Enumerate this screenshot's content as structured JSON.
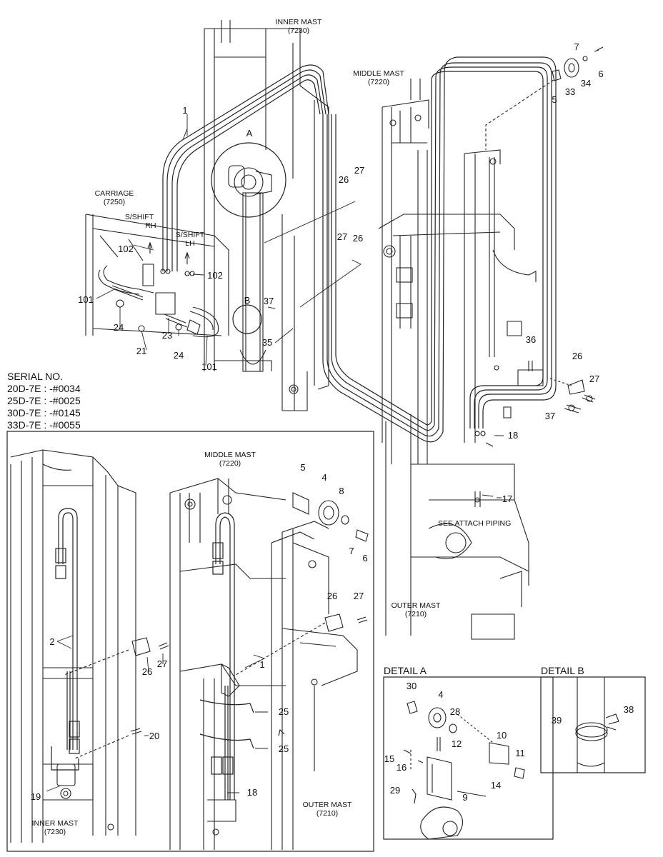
{
  "labels": {
    "inner_mast_top": "INNER MAST",
    "inner_mast_top_code": "(7230)",
    "middle_mast_top": "MIDDLE MAST",
    "middle_mast_top_code": "(7220)",
    "carriage": "CARRIAGE",
    "carriage_code": "(7250)",
    "sshift_rh_1": "S/SHIFT",
    "sshift_rh_2": "RH",
    "sshift_lh_1": "S/SHIFT",
    "sshift_lh_2": "LH",
    "detail_a_callout": "A",
    "detail_b_callout": "B",
    "see_attach": "SEE ATTACH PIPING",
    "outer_mast_top": "OUTER MAST",
    "outer_mast_top_code": "(7210)",
    "middle_mast_inset": "MIDDLE MAST",
    "middle_mast_inset_code": "(7220)",
    "outer_mast_inset": "OUTER MAST",
    "outer_mast_inset_code": "(7210)",
    "inner_mast_inset": "INNER MAST",
    "inner_mast_inset_code": "(7230)",
    "detail_a": "DETAIL A",
    "detail_b": "DETAIL B"
  },
  "serial": {
    "title": "SERIAL NO.",
    "lines": [
      "20D-7E : -#0034",
      "25D-7E : -#0025",
      "30D-7E : -#0145",
      "33D-7E : -#0055"
    ]
  },
  "parts": {
    "p1a": "1",
    "p7a": "7",
    "p6a": "6",
    "p5a": "5",
    "p33": "33",
    "p34": "34",
    "p26a": "26",
    "p27a": "27",
    "p27b": "27",
    "p26b": "26",
    "p102a": "102",
    "p102b": "102",
    "p101a": "101",
    "p101b": "101",
    "p37a": "37",
    "p35": "35",
    "p24a": "24",
    "p23": "23",
    "p24b": "24",
    "p21": "21",
    "p36": "36",
    "p26c": "26",
    "p27c": "27",
    "p37b": "37",
    "p18a": "18",
    "p17": "17",
    "p5b": "5",
    "p4a": "4",
    "p8": "8",
    "p7b": "7",
    "p6b": "6",
    "p26d": "26",
    "p27d": "27",
    "p2": "2",
    "p26e": "26",
    "p27e": "27",
    "p1b": "1",
    "p25a": "25",
    "p25b": "25",
    "p20": "20",
    "p19": "19",
    "p18b": "18",
    "p30": "30",
    "p4b": "4",
    "p28": "28",
    "p12": "12",
    "p10": "10",
    "p11": "11",
    "p15": "15",
    "p16": "16",
    "p29": "29",
    "p9": "9",
    "p14": "14",
    "p39": "39",
    "p38": "38"
  }
}
